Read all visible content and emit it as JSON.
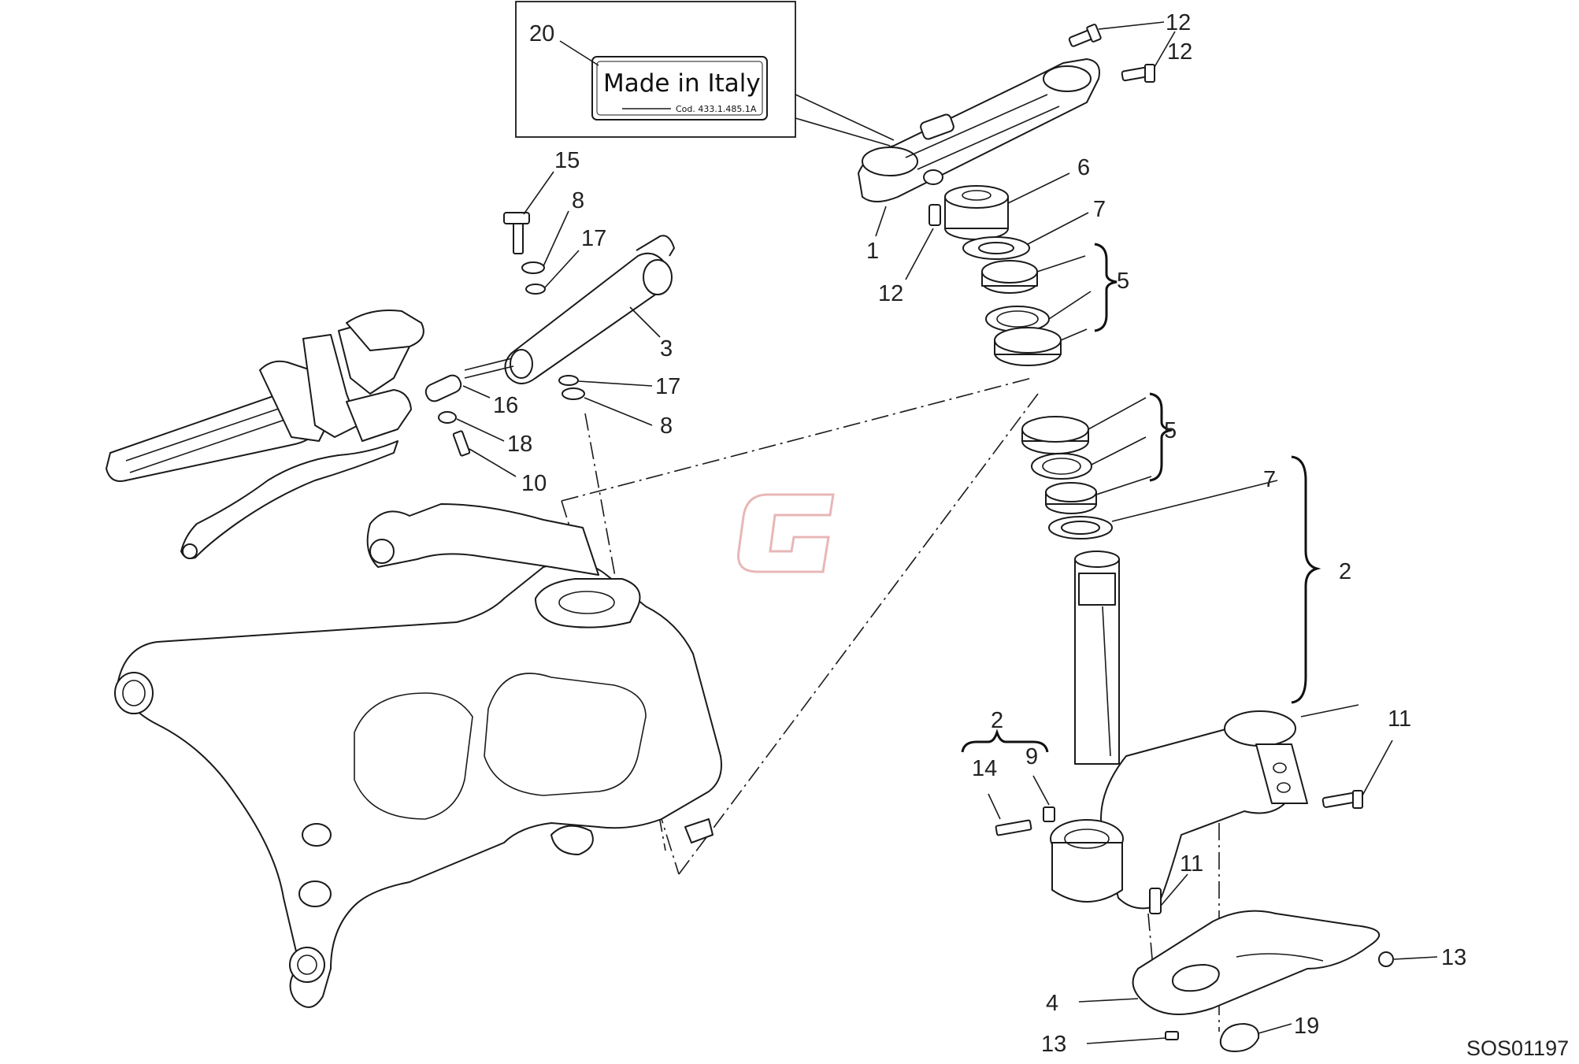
{
  "label": {
    "text": "Made in Italy",
    "code": "Cod. 433.1.485.1A"
  },
  "diagram_code": "SOS01197",
  "watermark": {
    "icon": "g-logo-icon",
    "color": "#e8b4b4"
  },
  "callouts": [
    {
      "id": "c20",
      "text": "20"
    },
    {
      "id": "c12a",
      "text": "12"
    },
    {
      "id": "c12b",
      "text": "12"
    },
    {
      "id": "c6",
      "text": "6"
    },
    {
      "id": "c7a",
      "text": "7"
    },
    {
      "id": "c5a",
      "text": "5"
    },
    {
      "id": "c1",
      "text": "1"
    },
    {
      "id": "c12c",
      "text": "12"
    },
    {
      "id": "c15",
      "text": "15"
    },
    {
      "id": "c8a",
      "text": "8"
    },
    {
      "id": "c17a",
      "text": "17"
    },
    {
      "id": "c3",
      "text": "3"
    },
    {
      "id": "c17b",
      "text": "17"
    },
    {
      "id": "c8b",
      "text": "8"
    },
    {
      "id": "c16",
      "text": "16"
    },
    {
      "id": "c18",
      "text": "18"
    },
    {
      "id": "c10",
      "text": "10"
    },
    {
      "id": "c5b",
      "text": "5"
    },
    {
      "id": "c7b",
      "text": "7"
    },
    {
      "id": "c2a",
      "text": "2"
    },
    {
      "id": "c11a",
      "text": "11"
    },
    {
      "id": "c2b",
      "text": "2"
    },
    {
      "id": "c14",
      "text": "14"
    },
    {
      "id": "c9",
      "text": "9"
    },
    {
      "id": "c11b",
      "text": "11"
    },
    {
      "id": "c13a",
      "text": "13"
    },
    {
      "id": "c4",
      "text": "4"
    },
    {
      "id": "c13b",
      "text": "13"
    },
    {
      "id": "c19",
      "text": "19"
    }
  ]
}
